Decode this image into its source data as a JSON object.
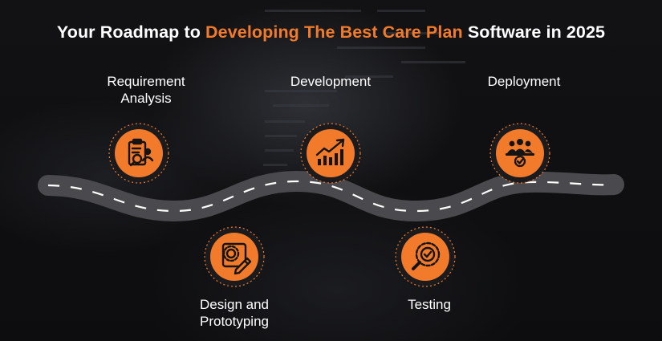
{
  "title": {
    "prefix": "Your Roadmap to ",
    "highlight": "Developing The Best Care Plan",
    "suffix": " Software in 2025"
  },
  "colors": {
    "accent": "#f27a2b",
    "text": "#ffffff",
    "road": "#4a4a4e",
    "background": "#0c0c0d"
  },
  "stages": [
    {
      "line1": "Requirement",
      "line2": "Analysis",
      "icon": "clipboard-magnifier-icon"
    },
    {
      "line1": "Design and",
      "line2": "Prototyping",
      "icon": "gear-pencil-icon"
    },
    {
      "line1": "Development",
      "line2": "",
      "icon": "growth-chart-icon"
    },
    {
      "line1": "Testing",
      "line2": "",
      "icon": "gear-magnifier-check-icon"
    },
    {
      "line1": "Deployment",
      "line2": "",
      "icon": "team-gear-icon"
    }
  ]
}
